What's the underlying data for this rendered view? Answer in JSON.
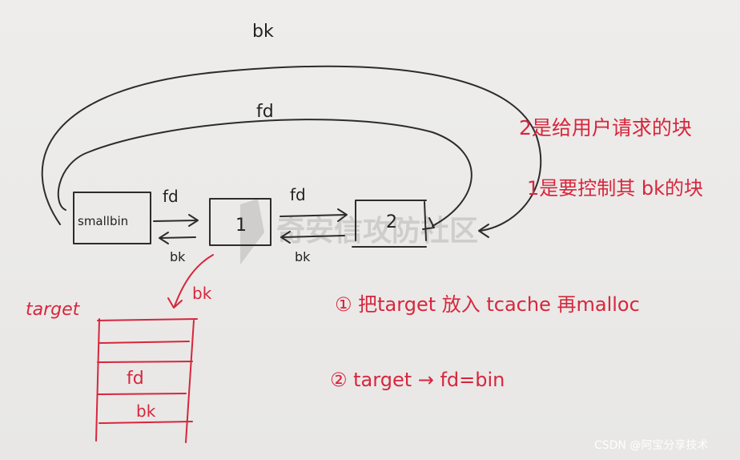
{
  "arc_labels": {
    "bk": "bk",
    "fd": "fd"
  },
  "nodes": {
    "smallbin": "smallbin",
    "chunk1": "1",
    "chunk2": "2"
  },
  "links": {
    "fd_left": "fd",
    "bk_left": "bk",
    "fd_right": "fd",
    "bk_right": "bk"
  },
  "target": {
    "label": "target",
    "fd": "fd",
    "bk": "bk",
    "pointer_label": "bk"
  },
  "notes": {
    "note_2": "2是给用户请求的块",
    "note_1": "1是要控制其 bk的块"
  },
  "steps": {
    "step_1": "① 把target 放入 tcache 再malloc",
    "step_2": "② target → fd=bin"
  },
  "watermark": "奇安信攻防社区",
  "credit": "CSDN @阿宝分享技术",
  "colors": {
    "ink": "#2c2c2c",
    "red_ink": "#d7263d",
    "paper": "#ecebe9"
  }
}
